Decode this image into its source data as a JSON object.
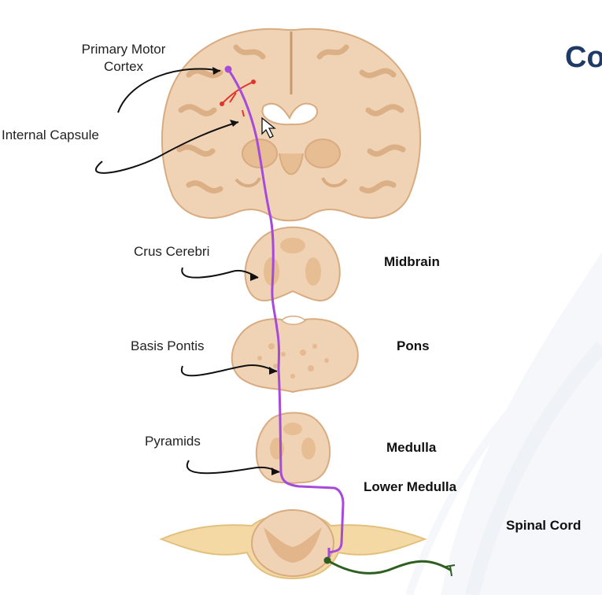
{
  "slide": {
    "title_fragment": "Co"
  },
  "labels": {
    "primary_motor_line1": "Primary Motor",
    "primary_motor_line2": "Cortex",
    "internal_capsule": "Internal Capsule",
    "crus_cerebri": "Crus Cerebri",
    "basis_pontis": "Basis Pontis",
    "pyramids": "Pyramids"
  },
  "regions": {
    "midbrain": "Midbrain",
    "pons": "Pons",
    "medulla": "Medulla",
    "lower_medulla": "Lower Medulla",
    "spinal_cord": "Spinal Cord"
  },
  "colors": {
    "tissue": "#f0d3b4",
    "tissue_dark": "#d8ab80",
    "tract": "#a64ad9",
    "lower_motor": "#2f5f20",
    "title": "#1f3a66",
    "background_swirl": "#e9edf5"
  }
}
